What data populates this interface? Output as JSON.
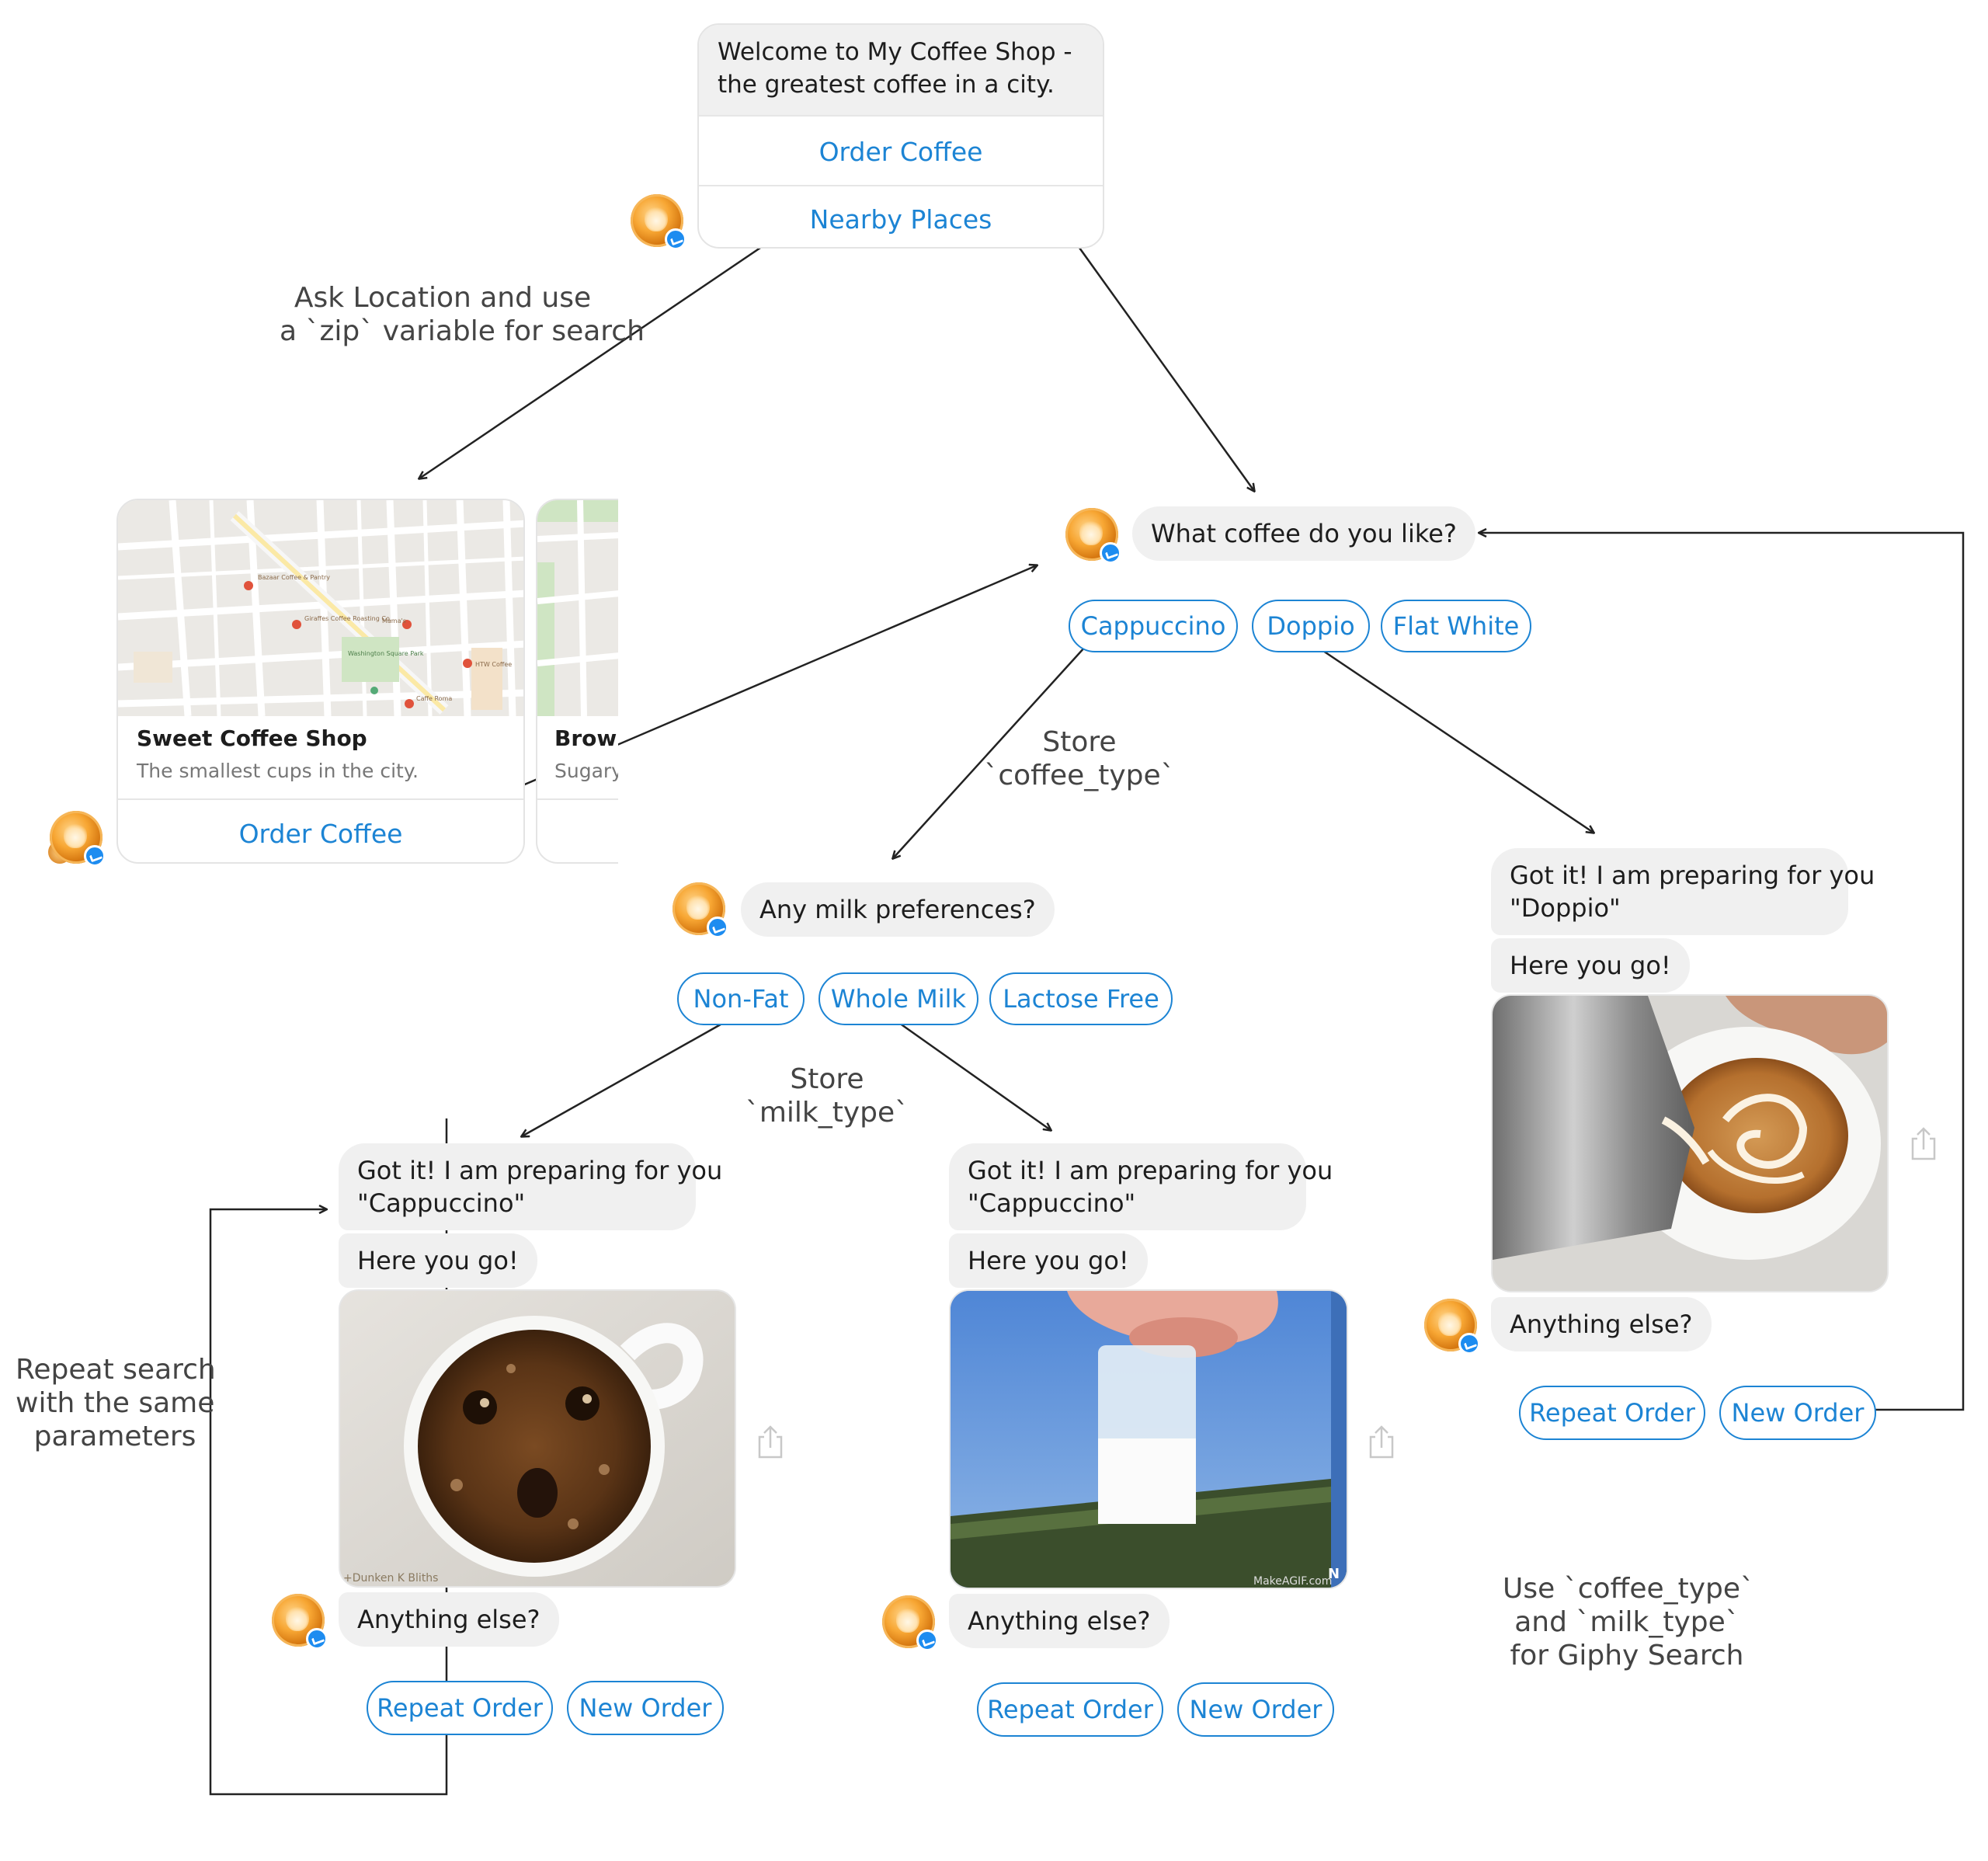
{
  "welcome": {
    "text_line1": "Welcome to My Coffee Shop -",
    "text_line2": "the greatest coffee in a city.",
    "order_coffee": "Order Coffee",
    "nearby_places": "Nearby Places"
  },
  "notes": {
    "ask_location_line1": "Ask Location and use",
    "ask_location_line2": "a `zip` variable for search",
    "store_coffee_line1": "Store",
    "store_coffee_line2": "`coffee_type`",
    "store_milk_line1": "Store",
    "store_milk_line2": "`milk_type`",
    "repeat_line1": "Repeat search",
    "repeat_line2": "with the same",
    "repeat_line3": "parameters",
    "giphy_line1": "Use `coffee_type`",
    "giphy_line2": "and `milk_type`",
    "giphy_line3": "for Giphy Search"
  },
  "places": {
    "card1_title": "Sweet Coffee Shop",
    "card1_subtitle": "The smallest cups in the city.",
    "card1_button": "Order Coffee",
    "card2_title": "Browr",
    "card2_subtitle": "Sugary",
    "map_labels": [
      "Bazaar Coffee & Pantry",
      "Giraffes Coffee Roasting Co.",
      "Mama's",
      "Washington Square Park",
      "HTW Coffee",
      "Caffe Roma"
    ]
  },
  "coffee_question": {
    "text": "What coffee do you like?",
    "options": [
      "Cappuccino",
      "Doppio",
      "Flat White"
    ]
  },
  "milk_question": {
    "text": "Any milk preferences?",
    "options": [
      "Non-Fat",
      "Whole Milk",
      "Lactose Free"
    ]
  },
  "result_left": {
    "got_it_line1": "Got it! I am preparing for you",
    "got_it_line2": "\"Cappuccino\"",
    "here_you_go": "Here you go!",
    "gif_caption": "+Dunken K Bliths",
    "anything_else": "Anything else?",
    "repeat": "Repeat Order",
    "new": "New Order"
  },
  "result_middle": {
    "got_it_line1": "Got it! I am preparing for you",
    "got_it_line2": "\"Cappuccino\"",
    "here_you_go": "Here you go!",
    "gif_watermark": "MakeAGIF.com",
    "gif_logo": "N",
    "anything_else": "Anything else?",
    "repeat": "Repeat Order",
    "new": "New Order"
  },
  "result_right": {
    "got_it_line1": "Got it! I am preparing for you",
    "got_it_line2": "\"Doppio\"",
    "here_you_go": "Here you go!",
    "anything_else": "Anything else?",
    "repeat": "Repeat Order",
    "new": "New Order"
  },
  "colors": {
    "accent": "#1c84d4",
    "bubble": "#f0f0f0",
    "messenger_badge": "#1d8cf0"
  }
}
